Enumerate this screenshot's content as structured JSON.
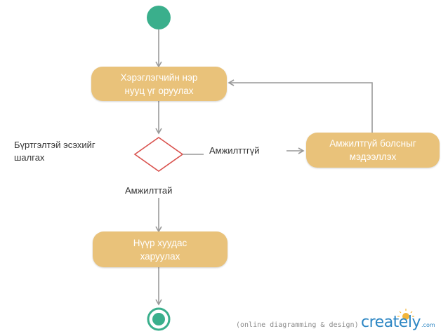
{
  "nodes": {
    "enter_credentials": "Хэрэглэгчийн нэр\nнууц үг оруулах",
    "failure_message": "Амжилтгүй болсныг\nмэдээллэх",
    "show_home": "Нүүр хуудас\nхаруулах"
  },
  "decision": {
    "label": "Бүртгэлтэй эсэхийг\nшалгах"
  },
  "edges": {
    "failure_label": "Амжилттгүй",
    "success_label": "Амжилттай"
  },
  "footer": {
    "note": "(online diagramming & design)",
    "brand": "creately",
    "brand_suffix": ".com"
  },
  "colors": {
    "action_fill": "#e9c27a",
    "start_node": "#3aaf8c",
    "decision_stroke": "#d9534f",
    "connector": "#999999",
    "brand": "#2e87c4",
    "brand_accent": "#f2b53a"
  }
}
